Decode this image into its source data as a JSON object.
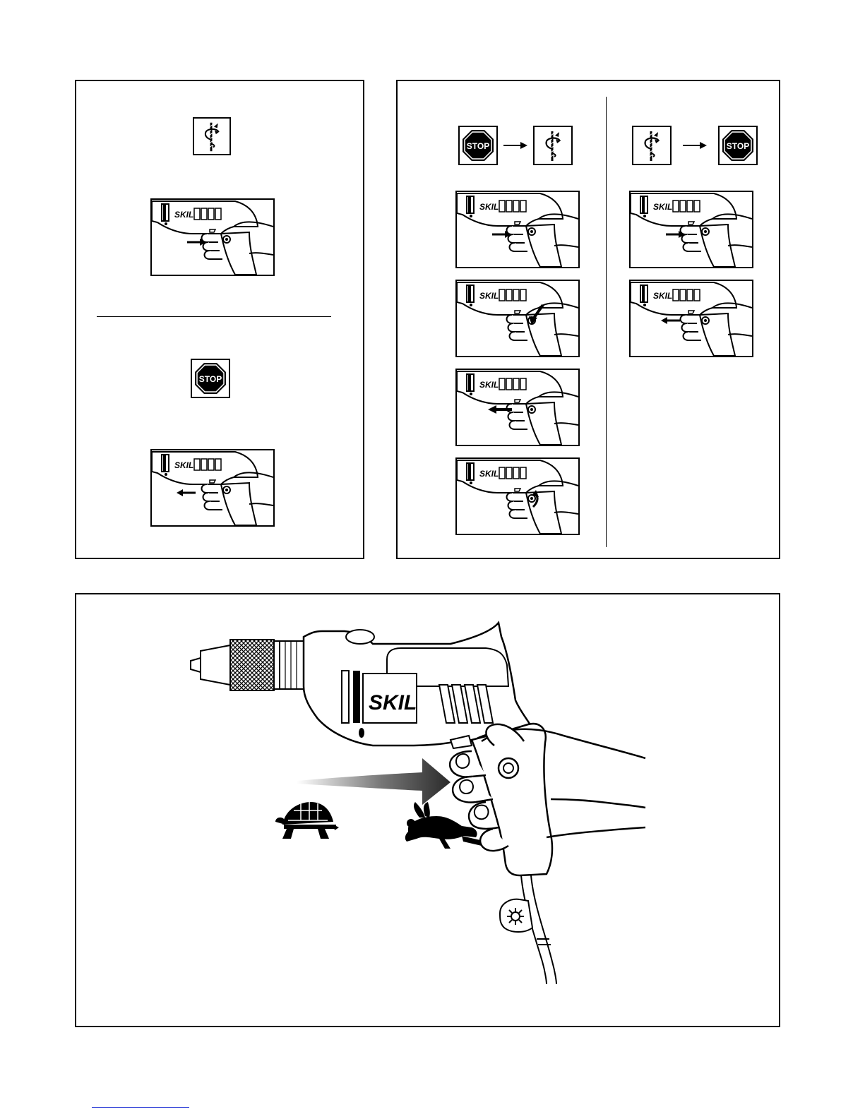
{
  "brand": "SKIL",
  "stop_label": "STOP",
  "icons": {
    "rotation": "drill-bit-rotation-icon",
    "stop": "stop-sign-icon",
    "arrow": "right-arrow-icon",
    "slow": "turtle-icon",
    "fast": "rabbit-icon",
    "cord_guard": "cord-protector-icon"
  },
  "colors": {
    "ink": "#000000",
    "paper": "#ffffff",
    "footer_link": "#2a3bd6"
  },
  "panels": {
    "left": [
      "start-step",
      "stop-step"
    ],
    "right_left_column": [
      "stop-to-start",
      "step-1",
      "step-2",
      "step-3",
      "step-4"
    ],
    "right_right_column": [
      "start-to-stop",
      "step-1",
      "step-2"
    ],
    "bottom": "variable-speed-trigger"
  }
}
